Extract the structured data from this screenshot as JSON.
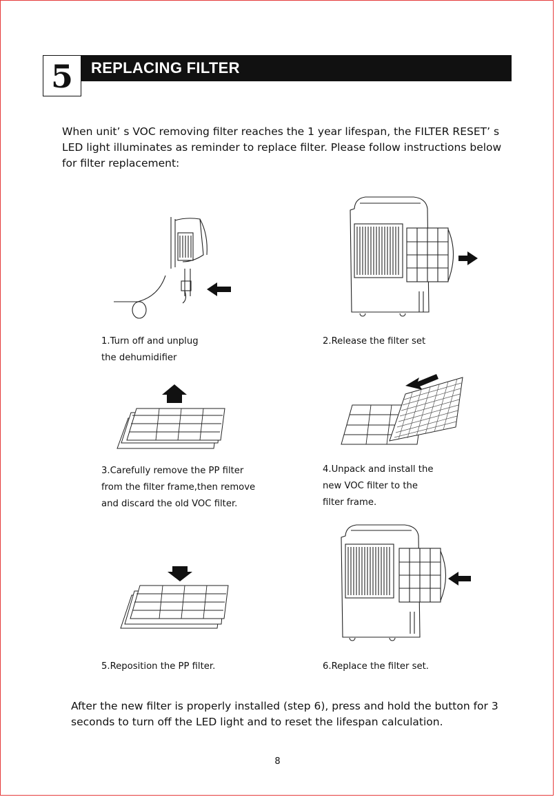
{
  "section": {
    "number": "5",
    "title": "REPLACING FILTER"
  },
  "intro": "When unit’ s VOC removing filter reaches the 1 year lifespan, the FILTER RESET’ s LED light illuminates as reminder to replace filter. Please follow instructions below for filter replacement:",
  "steps": [
    {
      "lines": [
        "1.Turn off and unplug",
        "the dehumidifier"
      ]
    },
    {
      "lines": [
        "2.Release the filter set"
      ]
    },
    {
      "lines": [
        "3.Carefully remove the PP filter",
        "from the filter frame,then remove",
        "and discard the old VOC filter."
      ]
    },
    {
      "lines": [
        "4.Unpack and install the",
        "new VOC filter to the",
        "filter frame."
      ]
    },
    {
      "lines": [
        "5.Reposition the PP filter."
      ]
    },
    {
      "lines": [
        "6.Replace the filter set."
      ]
    }
  ],
  "outro": "After the new filter is properly installed (step 6), press and hold the button for 3 seconds to turn off the LED light and to reset the lifespan calculation.",
  "page_number": "8",
  "colors": {
    "header_bar": "#111111",
    "page_border": "#e53a3a",
    "ink": "#111111"
  }
}
